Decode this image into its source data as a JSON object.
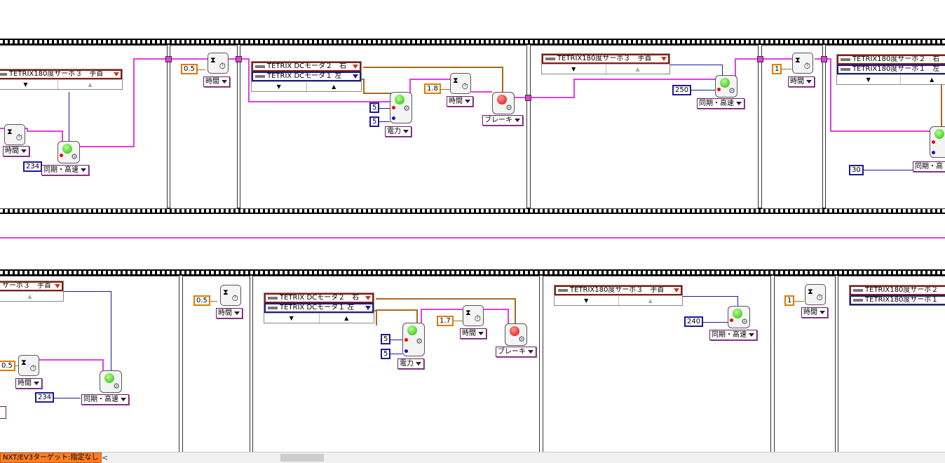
{
  "sequences": {
    "top": {
      "config1": {
        "row1": "TETRIX180度サーボ３　手首"
      },
      "timerA": {
        "mode": "時間",
        "value": "0.5"
      },
      "timerLeft": {
        "mode": "時間"
      },
      "motorSync": {
        "mode": "同期・高速",
        "value": "234"
      },
      "dcConfig": {
        "row1": "TETRIX DCモータ２　右",
        "row2": "TETRIX DCモータ１ 左"
      },
      "dcPower": {
        "mode": "電力",
        "value1": "5",
        "value2": "5"
      },
      "timerB": {
        "mode": "時間",
        "value": "1.8"
      },
      "brake": {
        "mode": "ブレーキ"
      },
      "config2": {
        "row1": "TETRIX180度サーボ３　手首"
      },
      "sync2": {
        "mode": "同期・高速",
        "value": "250"
      },
      "timerC": {
        "mode": "時間",
        "value": "1"
      },
      "config3": {
        "row1": "TETRIX180度サーボ２　右",
        "row2": "TETRIX180度サーボ１　左"
      },
      "sync3": {
        "mode": "同期・高",
        "value": "30"
      }
    },
    "bottom": {
      "config1": {
        "row1": "サーボ３　手首"
      },
      "timerLeft": {
        "mode": "時間",
        "value": "0.5"
      },
      "motorSync": {
        "mode": "同期・高速",
        "value": "234"
      },
      "timerA": {
        "mode": "時間",
        "value": "0.5"
      },
      "dcConfig": {
        "row1": "TETRIX DCモータ２　右",
        "row2": "TETRIX DCモータ１ 左"
      },
      "dcPower": {
        "mode": "電力",
        "value1": "5",
        "value2": "5"
      },
      "timerB": {
        "mode": "時間",
        "value": "1.7"
      },
      "brake": {
        "mode": "ブレーキ"
      },
      "config2": {
        "row1": "TETRIX180度サーボ３　手首"
      },
      "sync2": {
        "mode": "同期・高速",
        "value": "240"
      },
      "timerC": {
        "mode": "時間",
        "value": "1"
      },
      "config3": {
        "row1": "TETRIX180度サーボ２",
        "row2": "TETRIX180度サーボ１"
      }
    }
  },
  "statusbar": {
    "target": "NXT/EV3ターゲット:指定なし",
    "scroll_left": "<"
  },
  "glyphs": {
    "hourglass": "⧗",
    "stopwatch": "⏱",
    "gear": "⚙",
    "up": "▲",
    "down": "▼"
  }
}
